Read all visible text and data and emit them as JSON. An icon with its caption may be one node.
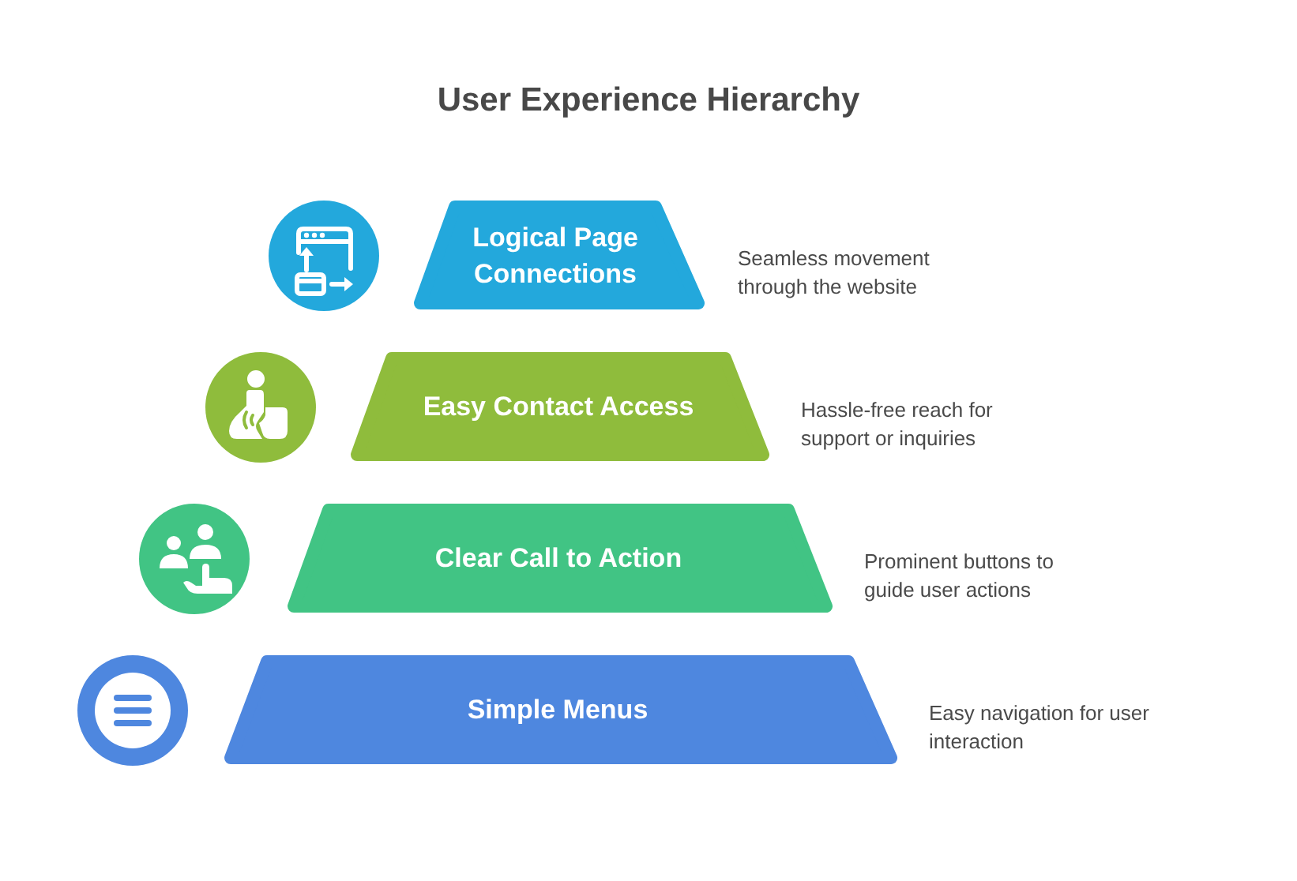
{
  "diagram": {
    "title": "User Experience Hierarchy",
    "nodes": [
      {
        "text": [
          "Logical Page Connections"
        ],
        "beside": [
          "Seamless movement through the website"
        ]
      },
      {
        "text": [
          "Easy Contact Access"
        ],
        "beside": [
          "Hassle-free reach for support or inquiries"
        ]
      },
      {
        "text": [
          "Clear Call to Action"
        ],
        "beside": [
          "Prominent buttons to guide user actions"
        ]
      },
      {
        "text": [
          "Simple Menus"
        ],
        "beside": [
          "Easy navigation for user interaction"
        ]
      }
    ]
  }
}
